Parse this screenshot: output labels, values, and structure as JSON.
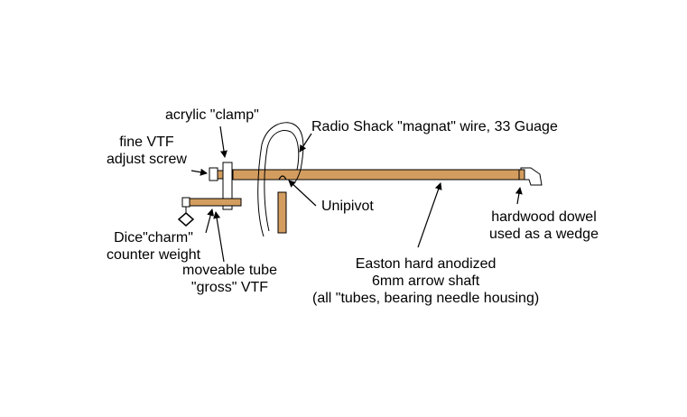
{
  "colors": {
    "wood": "#d39d5f",
    "wood_dark": "#b27a3e",
    "ink": "#000000",
    "background": "#ffffff"
  },
  "labels": {
    "acrylic_clamp": "acrylic \"clamp\"",
    "fine_vtf": [
      "fine VTF",
      "adjust screw"
    ],
    "radio_shack_wire": "Radio Shack \"magnat\" wire, 33 Guage",
    "unipivot": "Unipivot",
    "hardwood_dowel": [
      "hardwood dowel",
      "used as a wedge"
    ],
    "dice_charm": [
      "Dice\"charm\"",
      "counter weight"
    ],
    "moveable_tube": [
      "moveable tube",
      "\"gross\" VTF"
    ],
    "easton_shaft": [
      "Easton hard anodized",
      "6mm arrow shaft",
      "(all \"tubes, bearing needle housing)"
    ]
  }
}
